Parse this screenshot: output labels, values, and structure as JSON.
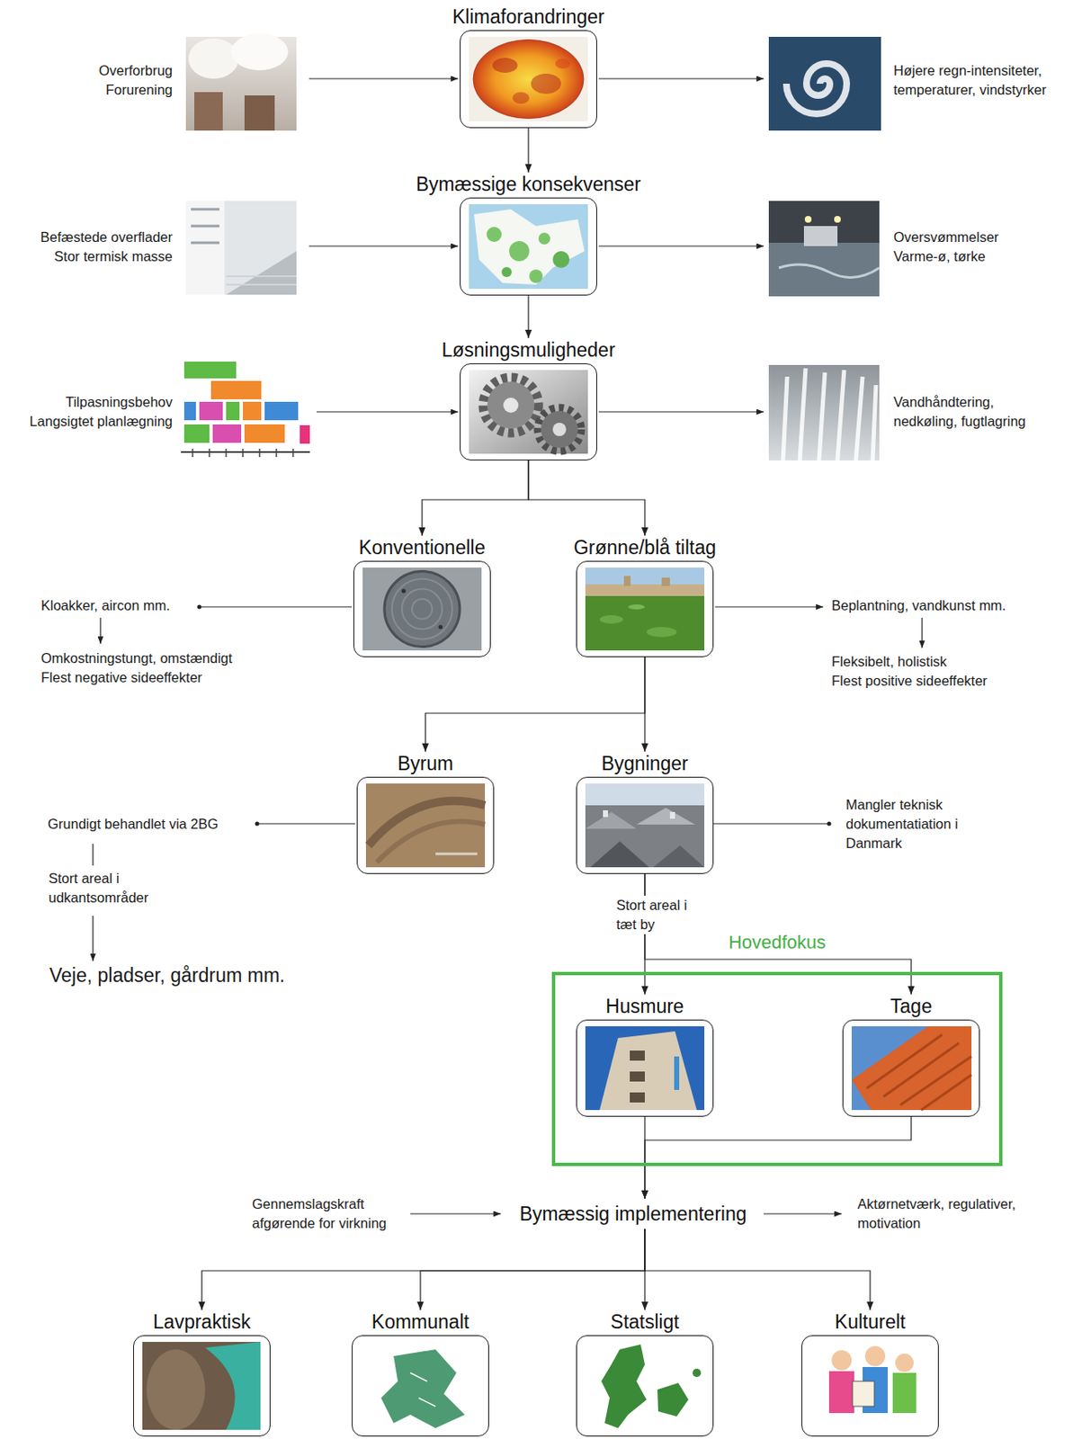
{
  "diagram": {
    "nodes": [
      {
        "text": [
          "Klimaforandringer"
        ]
      },
      {
        "text": [
          "Bymæssige konsekvenser"
        ]
      },
      {
        "text": [
          "Løsningsmuligheder"
        ]
      },
      {
        "text": [
          "Konventionelle"
        ]
      },
      {
        "text": [
          "Grønne/blå tiltag"
        ]
      },
      {
        "text": [
          "Byrum"
        ]
      },
      {
        "text": [
          "Bygninger"
        ]
      },
      {
        "text": [
          "Hovedfokus"
        ]
      },
      {
        "text": [
          "Husmure"
        ],
        "in": 7
      },
      {
        "text": [
          "Tage"
        ],
        "in": 7
      },
      {
        "text": [
          "Bymæssig implementering"
        ]
      },
      {
        "text": [
          "Lavpraktisk"
        ]
      },
      {
        "text": [
          "Kommunalt"
        ]
      },
      {
        "text": [
          "Statsligt"
        ]
      },
      {
        "text": [
          "Kulturelt"
        ]
      }
    ],
    "edges": [
      {
        "from": 0,
        "to": 1,
        "arrow": "to"
      },
      {
        "from": 1,
        "to": 2,
        "arrow": "to"
      },
      {
        "from": 2,
        "to": 3,
        "arrow": "to"
      },
      {
        "from": 2,
        "to": 4,
        "arrow": "to"
      },
      {
        "from": 4,
        "to": 5,
        "arrow": "to"
      },
      {
        "from": 4,
        "to": 6,
        "arrow": "to"
      },
      {
        "from": 6,
        "to": 8,
        "arrow": "to"
      },
      {
        "from": 6,
        "to": 9,
        "arrow": "to"
      },
      {
        "from": 8,
        "to": 10,
        "arrow": "to"
      },
      {
        "from": 9,
        "to": 10,
        "arrow": "to"
      },
      {
        "from": 10,
        "to": 11,
        "arrow": "to"
      },
      {
        "from": 10,
        "to": 12,
        "arrow": "to"
      },
      {
        "from": 10,
        "to": 13,
        "arrow": "to"
      },
      {
        "from": 10,
        "to": 14,
        "arrow": "to"
      }
    ],
    "labels": [
      "Overforbrug Forurening",
      "Højere regn-intensiteter, temperaturer, vindstyrker",
      "Befæstede overflader Stor termisk masse",
      "Oversvømmelser Varme-ø, tørke",
      "Tilpasningsbehov Langsigtet planlægning",
      "Vandhåndtering, nedkøling, fugtlagring",
      "Kloakker, aircon mm.",
      "Omkostningstungt, omstændigt Flest negative sideeffekter",
      "Beplantning, vandkunst mm.",
      "Fleksibelt, holistisk Flest positive sideeffekter",
      "Grundigt behandlet via 2BG",
      "Mangler teknisk dokumentatiation i Danmark",
      "Stort areal i udkantsområder",
      "Stort areal i tæt by",
      "Veje, pladser, gårdrum mm.",
      "Gennemslagskraft afgørende for virkning",
      "Aktørnetværk, regulativer, motivation"
    ]
  }
}
